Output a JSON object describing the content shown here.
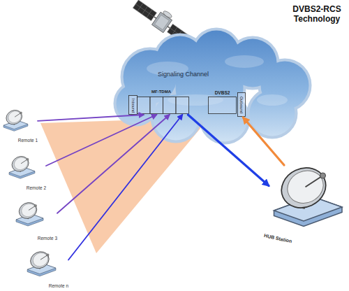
{
  "diagram": {
    "title": "DVBS2-RCS Technology",
    "nodes": [
      {
        "text": [
          "Signaling Channel"
        ]
      },
      {
        "text": [
          "MF-TDMA",
          "Inbound"
        ],
        "in": 0
      },
      {
        "text": [
          "DVBS2",
          "Outbound"
        ],
        "in": 0
      },
      {
        "text": [
          "Remote 1"
        ]
      },
      {
        "text": [
          "Remote 2"
        ]
      },
      {
        "text": [
          "Remote 3"
        ]
      },
      {
        "text": [
          "Remote n"
        ]
      },
      {
        "text": [
          "HUB Station"
        ]
      }
    ],
    "edges": [
      {
        "from": 3,
        "to": 1,
        "arrow": "to"
      },
      {
        "from": 4,
        "to": 1,
        "arrow": "to"
      },
      {
        "from": 5,
        "to": 1,
        "arrow": "to"
      },
      {
        "from": 6,
        "to": 1,
        "arrow": "to"
      },
      {
        "from": 1,
        "to": 7,
        "arrow": "to"
      },
      {
        "from": 7,
        "to": 2,
        "arrow": "to"
      }
    ]
  }
}
